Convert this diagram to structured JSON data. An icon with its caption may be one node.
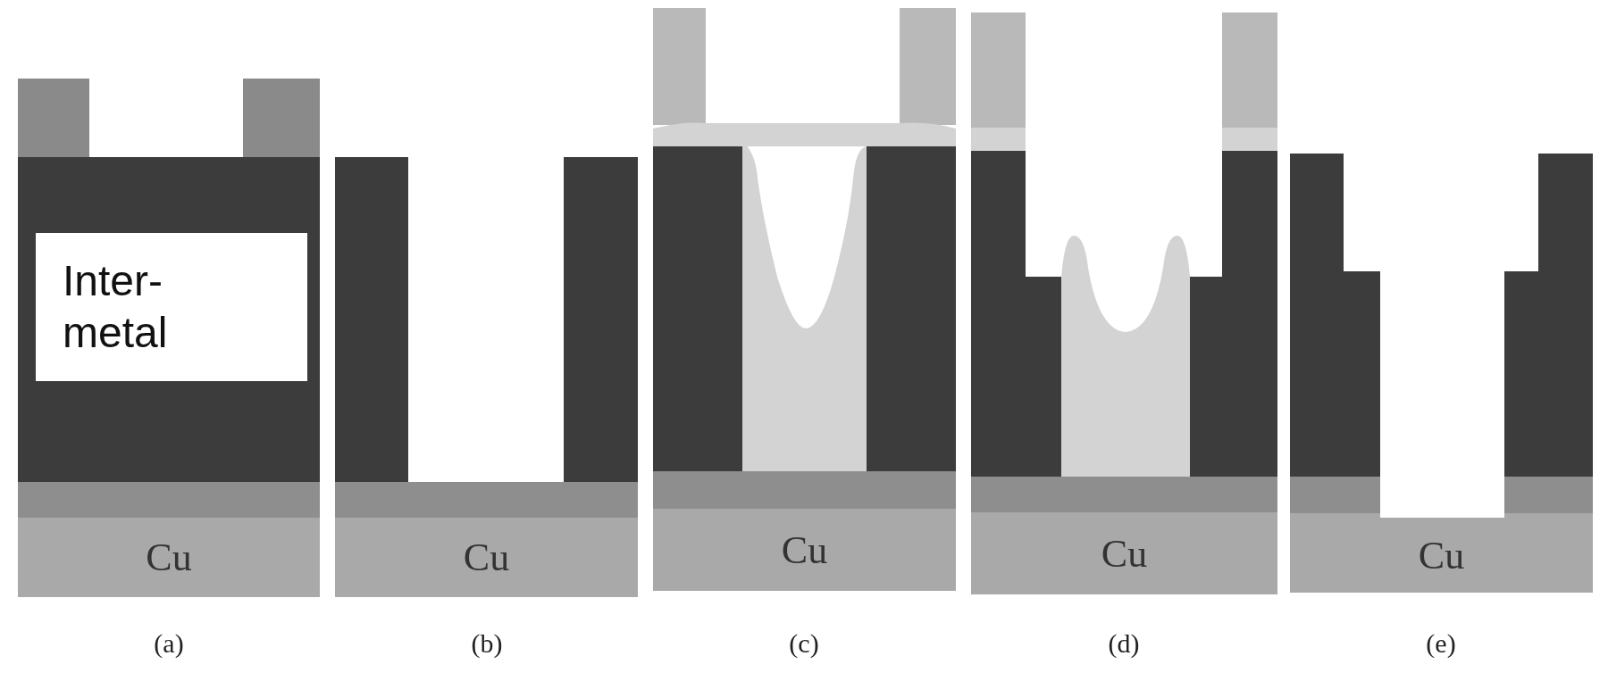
{
  "diagram": {
    "nodes": [
      {
        "text": [
          "Inter- metal"
        ]
      },
      {
        "text": [
          "Cu"
        ]
      },
      {
        "text": [
          "Cu"
        ]
      },
      {
        "text": [
          "Cu"
        ]
      },
      {
        "text": [
          "Cu"
        ]
      },
      {
        "text": [
          "Cu"
        ]
      }
    ],
    "edges": [],
    "labels": [
      "(a)",
      "(b)",
      "(c)",
      "(d)",
      "(e)"
    ]
  }
}
